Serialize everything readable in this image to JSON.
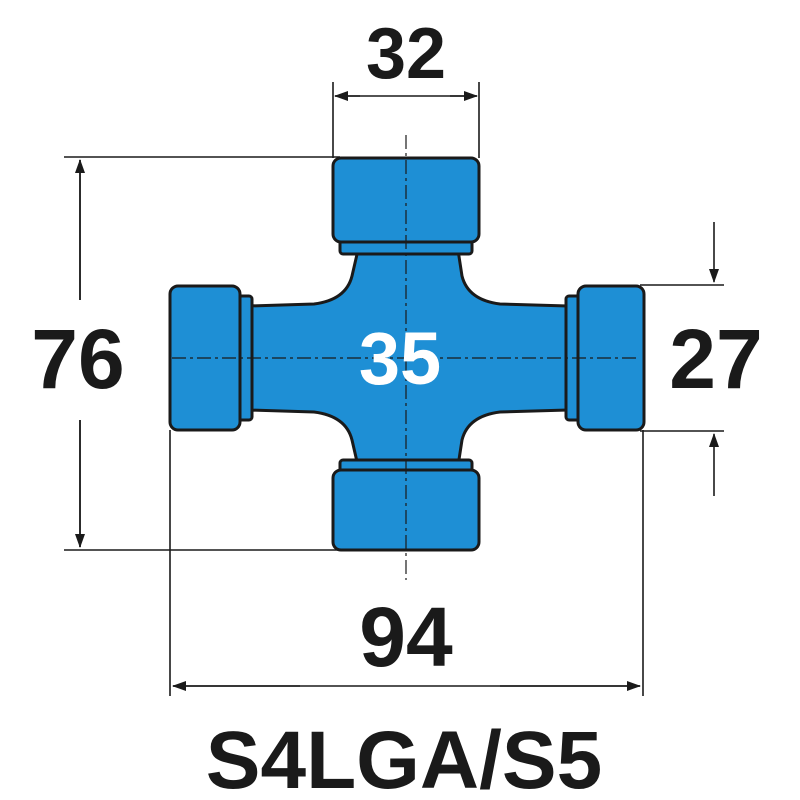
{
  "diagram": {
    "dimensions": {
      "top_width": "32",
      "overall_height": "76",
      "cap_diameter": "27",
      "overall_width": "94",
      "center_size": "35"
    },
    "model": "S4LGA/S5",
    "colors": {
      "part_fill": "#1e8fd5",
      "outline": "#1a1a1a",
      "background": "#ffffff"
    }
  }
}
